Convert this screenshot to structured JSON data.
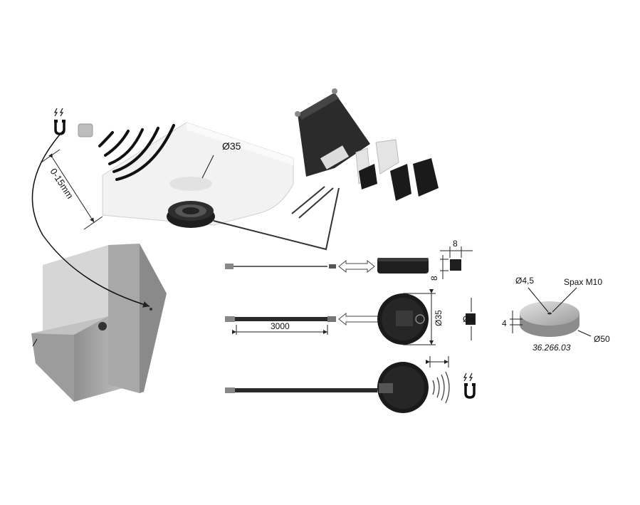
{
  "labels": {
    "sensor_diameter_top": "Ø35",
    "detection_range": "0-15mm",
    "side_width": "8",
    "side_height": "8",
    "sensor_diameter": "Ø35",
    "sensor_depth": "Ø8",
    "cable_length": "3000",
    "hole_diameter": "Ø4,5",
    "screw": "Spax M10",
    "plate_thickness": "4",
    "plate_diameter": "Ø50",
    "article_number": "36.266.03"
  },
  "icons": [
    "magnet-icon",
    "signal-waves-icon",
    "lightning-icon"
  ],
  "colors": {
    "body": "#2a2a2a",
    "cabinet": "#b5b5b5",
    "plate": "#c4c4c4"
  }
}
